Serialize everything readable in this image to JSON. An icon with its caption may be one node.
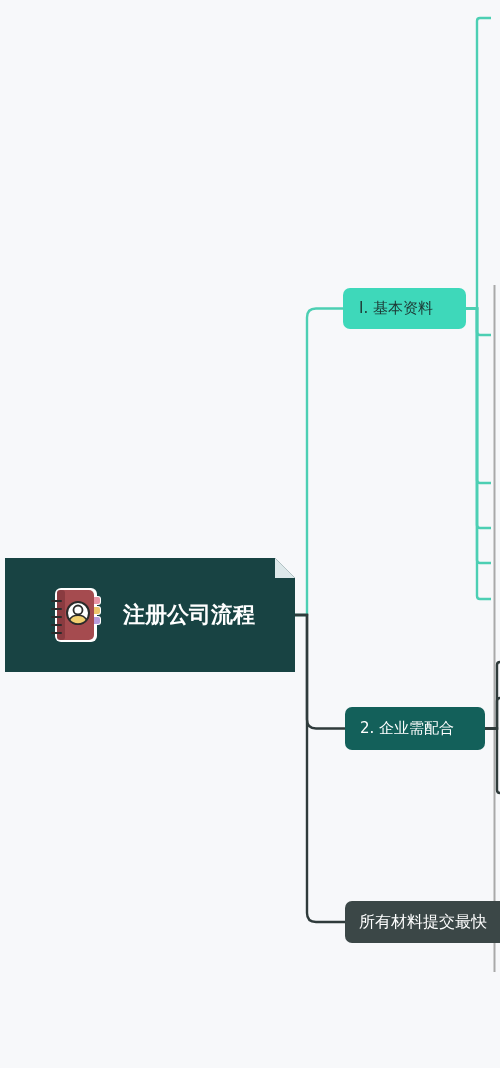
{
  "diagram": {
    "nodes": [
      {
        "text": [
          "注册公司流程"
        ]
      },
      {
        "text": [
          "I. 基本资料"
        ]
      },
      {
        "text": [
          "2. 企业需配合"
        ]
      },
      {
        "text": [
          "所有材料提交最快"
        ]
      }
    ],
    "edges": [
      {
        "from": 0,
        "to": 1,
        "arrow": "none"
      },
      {
        "from": 0,
        "to": 2,
        "arrow": "none",
        "color": "#2f3b3b"
      },
      {
        "from": 0,
        "to": 3,
        "arrow": "none",
        "color": "#2f3b3b"
      },
      {
        "from": 1,
        "to": null,
        "arrow": "none"
      },
      {
        "from": 1,
        "to": null,
        "arrow": "none"
      },
      {
        "from": 1,
        "to": null,
        "arrow": "none"
      },
      {
        "from": 1,
        "to": null,
        "arrow": "none"
      },
      {
        "from": 1,
        "to": null,
        "arrow": "none"
      },
      {
        "from": 1,
        "to": null,
        "arrow": "none"
      },
      {
        "from": 2,
        "to": null,
        "arrow": "none",
        "color": "#2f3b3b"
      },
      {
        "from": 2,
        "to": null,
        "arrow": "none",
        "color": "#2f3b3b"
      },
      {
        "from": 2,
        "to": null,
        "arrow": "none",
        "color": "#2f3b3b"
      }
    ]
  }
}
